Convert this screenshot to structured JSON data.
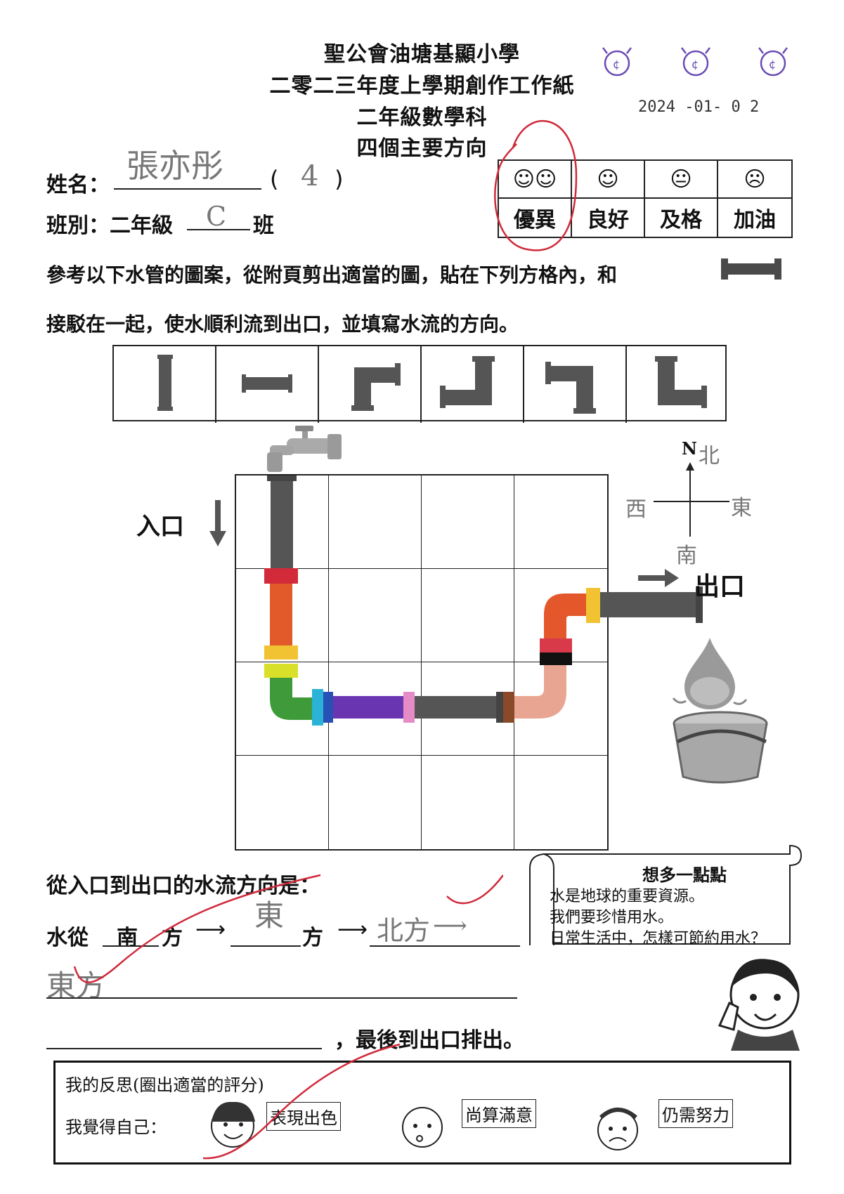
{
  "header": {
    "school": "聖公會油塘基顯小學",
    "term": "二零二三年度上學期創作工作紙",
    "subject": "二年級數學科",
    "topic": "四個主要方向",
    "date": "2024 -01- 0 2"
  },
  "student": {
    "name_label": "姓名：",
    "name_value": "張亦彤",
    "paren_open": "(",
    "class_no": "4",
    "paren_close": ")",
    "class_label": "班別：二年級",
    "class_value": "C",
    "class_suffix": "班"
  },
  "rating": {
    "faces": [
      "☺☺",
      "☺",
      "😐",
      "☹"
    ],
    "labels": [
      "優異",
      "良好",
      "及格",
      "加油"
    ]
  },
  "instructions": {
    "line1": "參考以下水管的圖案，從附頁剪出適當的圖，貼在下列方格內，和",
    "line2": "接駁在一起，使水順利流到出口，並填寫水流的方向。"
  },
  "diagram": {
    "entry_label": "入口",
    "exit_label": "出口",
    "compass": {
      "n_letter": "N",
      "north": "北",
      "west": "西",
      "east": "東",
      "south": "南"
    }
  },
  "question": {
    "prompt": "從入口到出口的水流方向是：",
    "water_from": "水從",
    "ans1": "南",
    "fang1": "方",
    "ans2": "東",
    "fang2": "方",
    "ans3": "北方",
    "ans4": "東方",
    "ending": "，最後到出口排出。"
  },
  "think_more": {
    "title": "想多一點點",
    "lines": [
      "水是地球的重要資源。",
      "我們要珍惜用水。",
      "日常生活中，怎樣可節約用水？"
    ]
  },
  "reflection": {
    "title": "我的反思(圈出適當的評分)",
    "prefix": "我覺得自己：",
    "options": [
      "表現出色",
      "尚算滿意",
      "仍需努力"
    ]
  },
  "colors": {
    "pipe_gray": "#4a4a4a",
    "red_ink": "#d02a3a",
    "pencil": "#7a7a7a"
  }
}
